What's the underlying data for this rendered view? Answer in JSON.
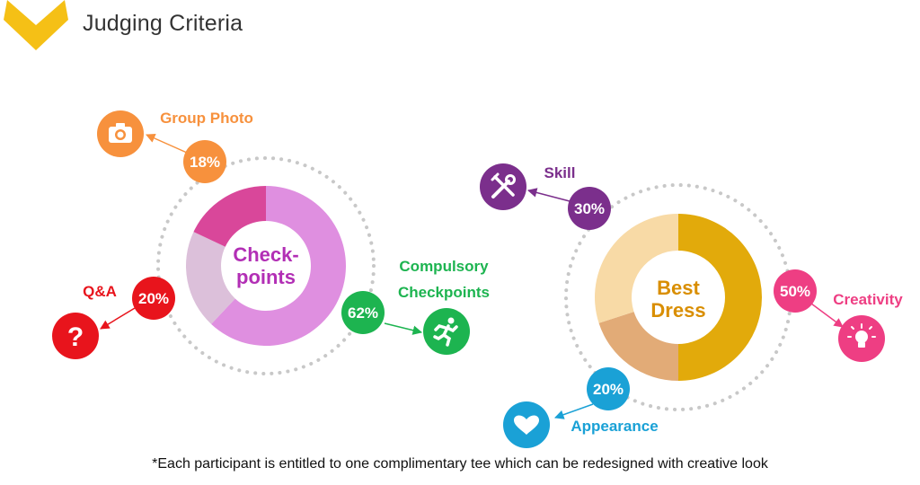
{
  "header": {
    "title": "Judging Criteria"
  },
  "footnote": "*Each participant is entitled to one complimentary tee which can be redesigned with creative look",
  "colors": {
    "chevron": "#f5c016",
    "group_photo": "#f7913d",
    "qa": "#e8141c",
    "compulsory": "#1db450",
    "checkpoints_center": "#b22fb5",
    "skill": "#7b2f8c",
    "creativity": "#ee3e83",
    "appearance": "#1aa1d6",
    "best_dress_center": "#d98e00"
  },
  "chart_data": [
    {
      "type": "pie",
      "donut": true,
      "center_label_lines": [
        "Check-",
        "points"
      ],
      "series": [
        {
          "name": "Compulsory Checkpoints",
          "value": 62,
          "label": "62%",
          "color": "#df8fe0",
          "icon": "running-man-icon",
          "name_lines": [
            "Compulsory",
            "Checkpoints"
          ]
        },
        {
          "name": "Q&A",
          "value": 20,
          "label": "20%",
          "color": "#dcc0da",
          "icon": "question-mark-icon",
          "name_lines": [
            "Q&A"
          ]
        },
        {
          "name": "Group Photo",
          "value": 18,
          "label": "18%",
          "color": "#d9479a",
          "icon": "camera-icon",
          "name_lines": [
            "Group Photo"
          ]
        }
      ]
    },
    {
      "type": "pie",
      "donut": true,
      "center_label_lines": [
        "Best",
        "Dress"
      ],
      "series": [
        {
          "name": "Creativity",
          "value": 50,
          "label": "50%",
          "color": "#e2aa0b",
          "icon": "light-bulb-icon",
          "name_lines": [
            "Creativity"
          ]
        },
        {
          "name": "Appearance",
          "value": 20,
          "label": "20%",
          "color": "#e2ab77",
          "icon": "heart-icon",
          "name_lines": [
            "Appearance"
          ]
        },
        {
          "name": "Skill",
          "value": 30,
          "label": "30%",
          "color": "#f8daa6",
          "icon": "tools-icon",
          "name_lines": [
            "Skill"
          ]
        }
      ]
    }
  ]
}
